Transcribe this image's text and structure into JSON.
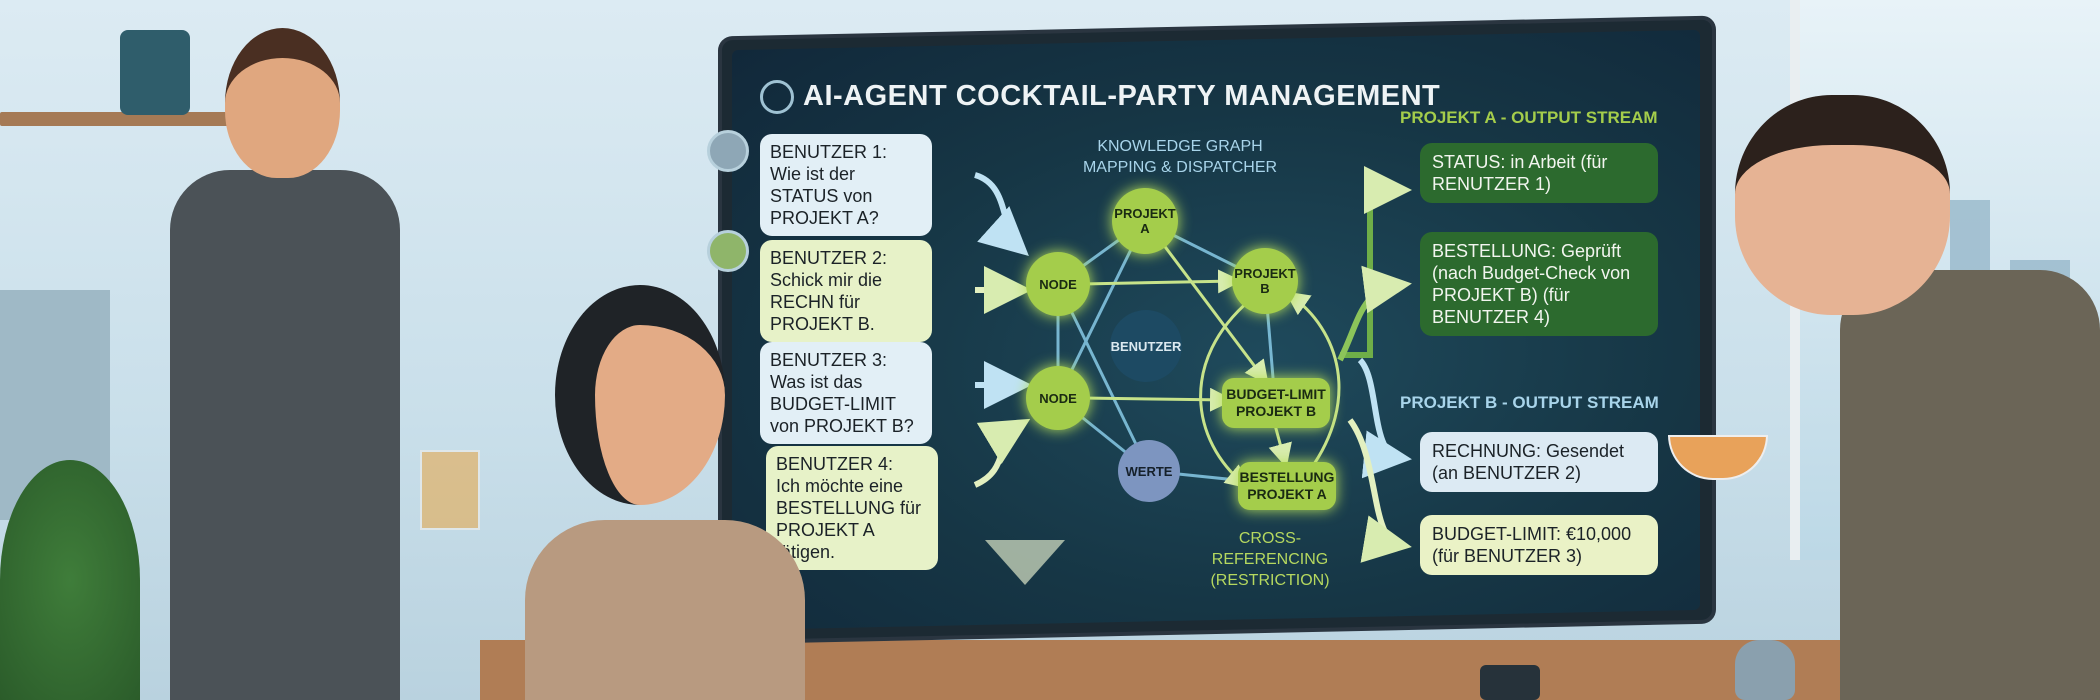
{
  "title": "AI-AGENT COCKTAIL-PARTY MANAGEMENT",
  "logo_icon": "openai-knot-icon",
  "inputs": [
    {
      "user": "BENUTZER 1:",
      "text": "Wie ist der STATUS von PROJEKT A?",
      "style": "blue"
    },
    {
      "user": "BENUTZER 2:",
      "text": "Schick mir die RECHN für PROJEKT B.",
      "style": "green"
    },
    {
      "user": "BENUTZER 3:",
      "text": "Was ist das BUDGET-LIMIT von PROJEKT B?",
      "style": "blue"
    },
    {
      "user": "BENUTZER 4:",
      "text": "Ich möchte eine BESTELLUNG für PROJEKT A tätigen.",
      "style": "green"
    }
  ],
  "graph": {
    "title": "KNOWLEDGE GRAPH MAPPING & DISPATCHER",
    "nodes": {
      "projekt_a": "PROJEKT A",
      "projekt_b": "PROJEKT B",
      "node1": "NODE",
      "node2": "NODE",
      "benutzer": "BENUTZER",
      "werte": "WERTE",
      "budget": "BUDGET-LIMIT PROJEKT B",
      "bestellung": "BESTELLUNG PROJEKT A"
    },
    "cross_ref": "CROSS-REFERENCING (RESTRICTION)"
  },
  "stream_a": {
    "header": "PROJEKT A - OUTPUT STREAM",
    "items": [
      "STATUS: in Arbeit (für RENUTZER 1)",
      "BESTELLUNG: Geprüft (nach Budget-Check von PROJEKT B) (für BENUTZER 4)"
    ]
  },
  "stream_b": {
    "header": "PROJEKT B - OUTPUT STREAM",
    "items": [
      "RECHNUNG: Gesendet (an BENUTZER 2)",
      "BUDGET-LIMIT: €10,000 (für BENUTZER 3)"
    ]
  },
  "colors": {
    "screen": "#163645",
    "accent_green": "#a4cd4b",
    "output_green": "#2c6a2e",
    "edge_blue": "#8fd3f0"
  }
}
